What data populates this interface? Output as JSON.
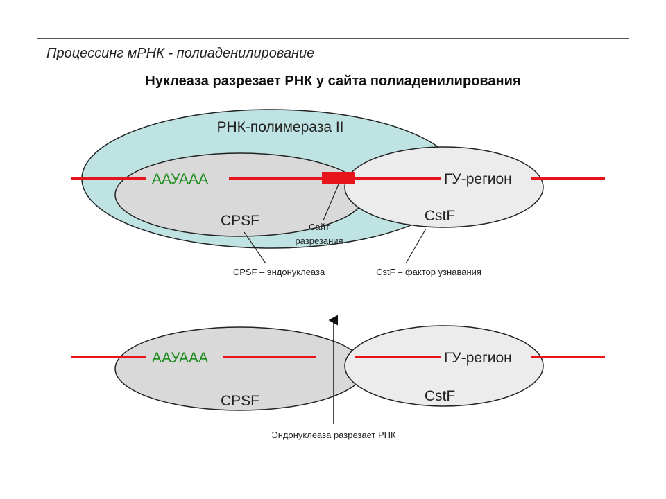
{
  "header": {
    "title": "Процессинг мРНК - полиаденилирование",
    "subtitle": "Нуклеаза разрезает РНК у сайта полиаденилирования"
  },
  "top_panel": {
    "polymerase_label": "РНК-полимераза II",
    "motif_label": "ААУААА",
    "gu_label": "ГУ-регион",
    "cpsf_label": "CPSF",
    "cstf_label": "CstF",
    "cut_site_line1": "Сайт",
    "cut_site_line2": "разрезания",
    "cpsf_caption": "CPSF – эндонуклеаза",
    "cstf_caption": "CstF – фактор узнавания"
  },
  "bottom_panel": {
    "motif_label": "ААУААА",
    "gu_label": "ГУ-регион",
    "cpsf_label": "CPSF",
    "cstf_label": "CstF",
    "caption": "Эндонуклеаза разрезает РНК"
  },
  "colors": {
    "rna": "#e8141c",
    "polymerase_fill": "#bfe2e2",
    "cpsf_fill": "#d9d9d9",
    "cstf_fill": "#ececec",
    "motif_text": "#1a8a1a"
  }
}
